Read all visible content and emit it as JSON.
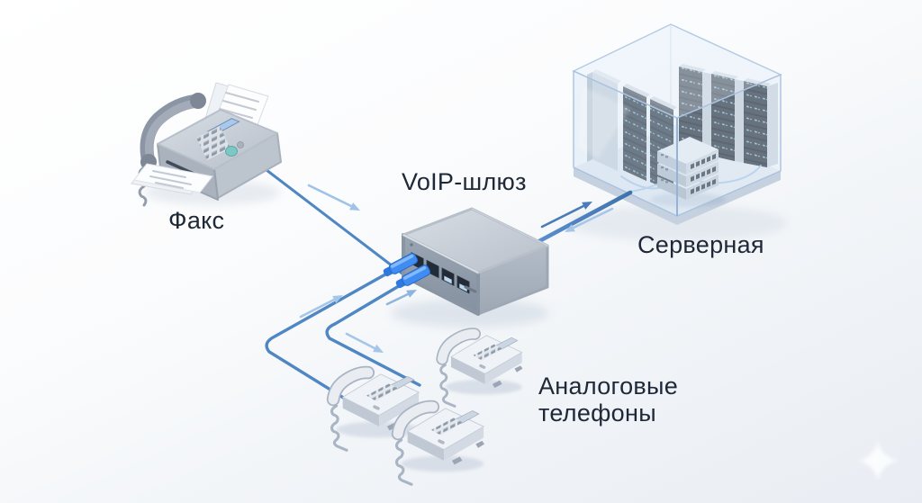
{
  "diagram": {
    "title": "VoIP telephony network illustration",
    "nodes": {
      "fax": {
        "label": "Факс"
      },
      "gateway": {
        "label": "VoIP-шлюз",
        "ports_visible": 4,
        "plugged_cables": 2
      },
      "server_room": {
        "label": "Серверная",
        "rack_count": 6,
        "switch_units": 3
      },
      "phones": {
        "label_line1": "Аналоговые",
        "label_line2": "телефоны",
        "count": 3
      }
    },
    "connections": [
      {
        "from": "fax",
        "to": "gateway",
        "arrows": "one-way"
      },
      {
        "from": "gateway",
        "to": "server_room",
        "arrows": "two-way"
      },
      {
        "from": "gateway",
        "to": "phones",
        "arrows": "two-way",
        "cables": 2
      }
    ],
    "colors": {
      "background_top": "#ffffff",
      "background_bottom": "#e9edf3",
      "line_blue": "#4f86c4",
      "line_dark_blue": "#3f72ad",
      "arrow_light_blue": "#a5c6e8",
      "cable_plug_blue": "#3f8df2",
      "label_text": "#1e2837",
      "device_gray": "#a9b3c0",
      "glass_blue": "#c7dbf0",
      "rack_dark": "#232d3a"
    }
  }
}
